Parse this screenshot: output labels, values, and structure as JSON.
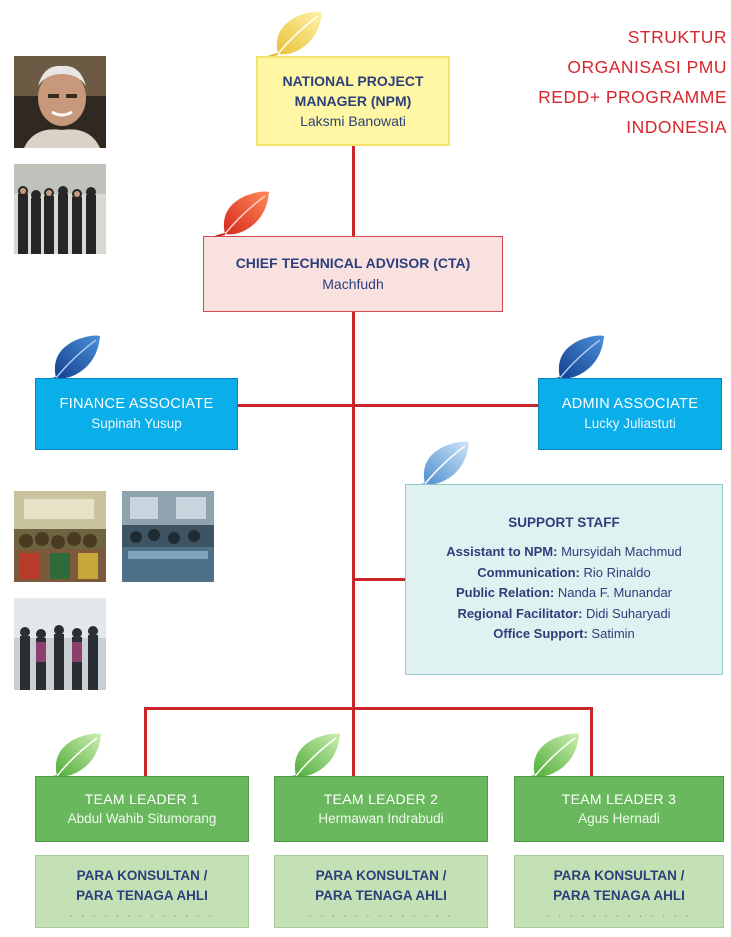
{
  "title": [
    "STRUKTUR",
    "ORGANISASI PMU",
    "REDD+ PROGRAMME",
    "INDONESIA"
  ],
  "colors": {
    "title": "#d7262b",
    "connector": "#c9262c",
    "npm_fill": "#fff7a3",
    "cta_fill": "#f9e1df",
    "associate_fill": "#0aaee9",
    "support_fill": "#dff1f1",
    "team_leader_fill": "#6ab85d",
    "consultant_fill": "#c3e1b5",
    "text_dark": "#2d3f7a"
  },
  "leaf_icons": {
    "npm": "yellow-leaf-icon",
    "cta": "red-leaf-icon",
    "associates": "blue-leaf-icon",
    "support": "light-blue-leaf-icon",
    "team_leaders": "green-leaf-icon"
  },
  "npm": {
    "title_line1": "NATIONAL PROJECT",
    "title_line2": "MANAGER (NPM)",
    "name": "Laksmi Banowati"
  },
  "cta": {
    "title": "CHIEF TECHNICAL ADVISOR (CTA)",
    "name": "Machfudh"
  },
  "finance": {
    "title": "FINANCE ASSOCIATE",
    "name": "Supinah Yusup"
  },
  "admin": {
    "title": "ADMIN ASSOCIATE",
    "name": "Lucky Juliastuti"
  },
  "support": {
    "title": "SUPPORT STAFF",
    "rows": [
      {
        "role": "Assistant to NPM:",
        "name": " Mursyidah Machmud"
      },
      {
        "role": "Communication:",
        "name": " Rio Rinaldo"
      },
      {
        "role": "Public Relation:",
        "name": " Nanda F. Munandar"
      },
      {
        "role": "Regional Facilitator:",
        "name": " Didi Suharyadi"
      },
      {
        "role": "Office Support:",
        "name": " Satimin"
      }
    ]
  },
  "team_leaders": [
    {
      "title": "TEAM LEADER 1",
      "name": "Abdul Wahib Situmorang"
    },
    {
      "title": "TEAM LEADER 2",
      "name": "Hermawan Indrabudi"
    },
    {
      "title": "TEAM LEADER 3",
      "name": "Agus Hernadi"
    }
  ],
  "consultants": [
    {
      "line1": "PARA KONSULTAN /",
      "line2": "PARA TENAGA AHLI",
      "dots": ". . . . . . . . . . . . ."
    },
    {
      "line1": "PARA KONSULTAN /",
      "line2": "PARA TENAGA AHLI",
      "dots": ". . . . . . . . . . . . ."
    },
    {
      "line1": "PARA KONSULTAN /",
      "line2": "PARA TENAGA AHLI",
      "dots": ". . . . . . . . . . . . ."
    }
  ],
  "photos": [
    "portrait-photo",
    "group-photo",
    "event-photo",
    "meeting-photo",
    "office-photo"
  ]
}
